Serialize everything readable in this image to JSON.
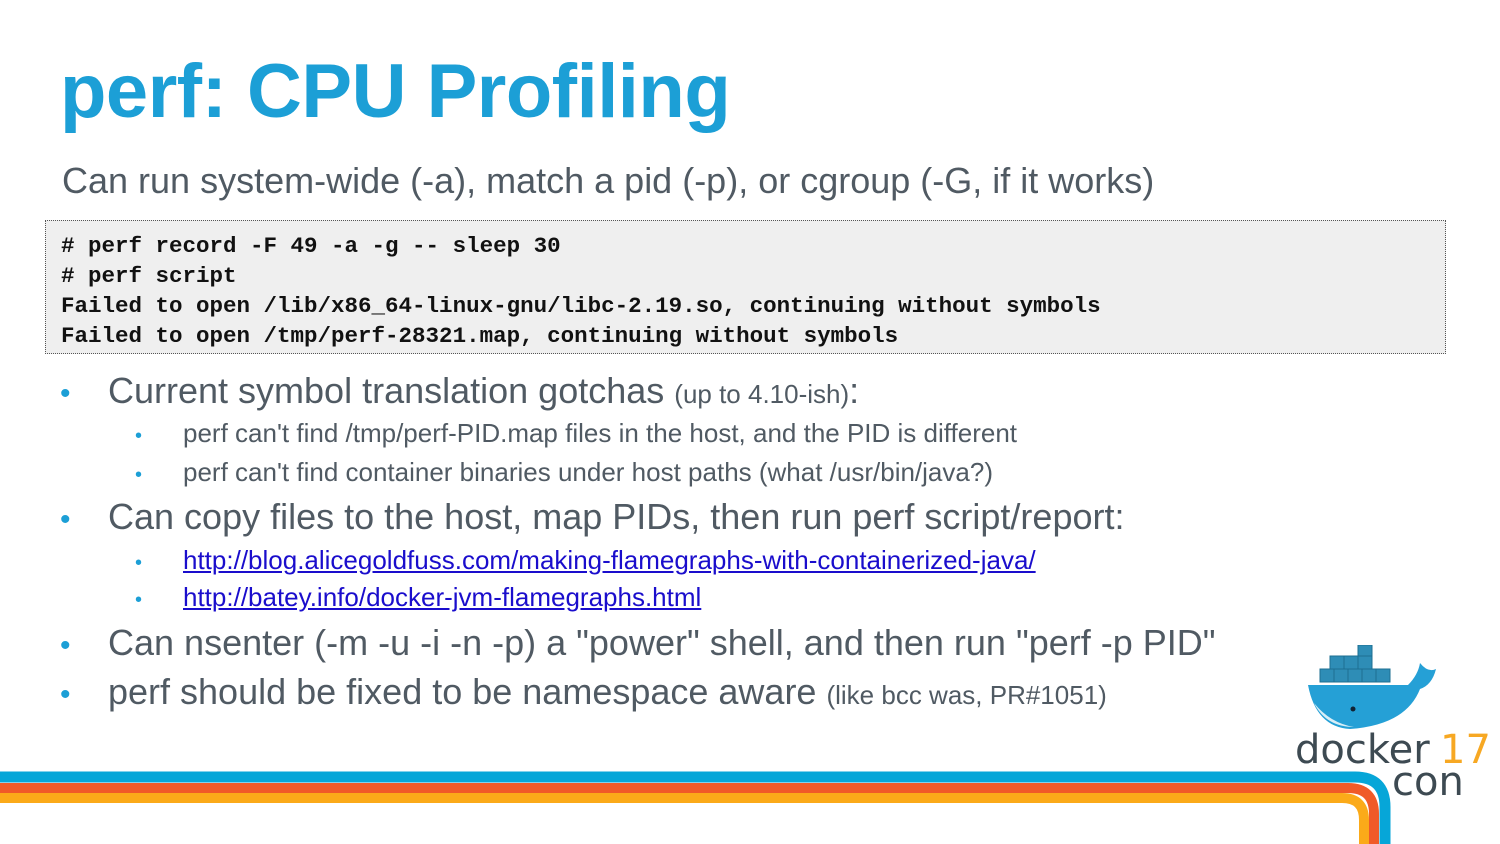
{
  "title": "perf: CPU Profiling",
  "subtitle": "Can run system-wide (-a), match a pid (-p), or cgroup (-G, if it works)",
  "code_lines": [
    "# perf record -F 49 -a -g -- sleep 30",
    "# perf script",
    "Failed to open /lib/x86_64-linux-gnu/libc-2.19.so, continuing without symbols",
    "Failed to open /tmp/perf-28321.map, continuing without symbols"
  ],
  "bullets": {
    "b1": {
      "text": "Current symbol translation gotchas",
      "note": "(up to 4.10-ish)",
      "tail": ":"
    },
    "b1_sub": [
      "perf can't find /tmp/perf-PID.map files in the host, and the PID is different",
      "perf can't find container binaries under host paths (what /usr/bin/java?)"
    ],
    "b2": {
      "text": "Can copy files to the host, map PIDs, then run perf script/report:"
    },
    "b2_links": [
      "http://blog.alicegoldfuss.com/making-flamegraphs-with-containerized-java/",
      "http://batey.info/docker-jvm-flamegraphs.html"
    ],
    "b3": {
      "text": "Can nsenter (-m -u -i -n -p) a \"power\" shell, and then run \"perf -p PID\""
    },
    "b4": {
      "text": "perf should be fixed to be namespace aware",
      "note": "(like bcc was, PR#1051)"
    },
    "bullet_char": "•"
  },
  "logo": {
    "word": "docker",
    "num": "17",
    "sub": "con"
  },
  "colors": {
    "title": "#1c9fd6",
    "blue": "#06a6d8",
    "orange": "#f05a28",
    "yellow": "#fbaa19"
  }
}
